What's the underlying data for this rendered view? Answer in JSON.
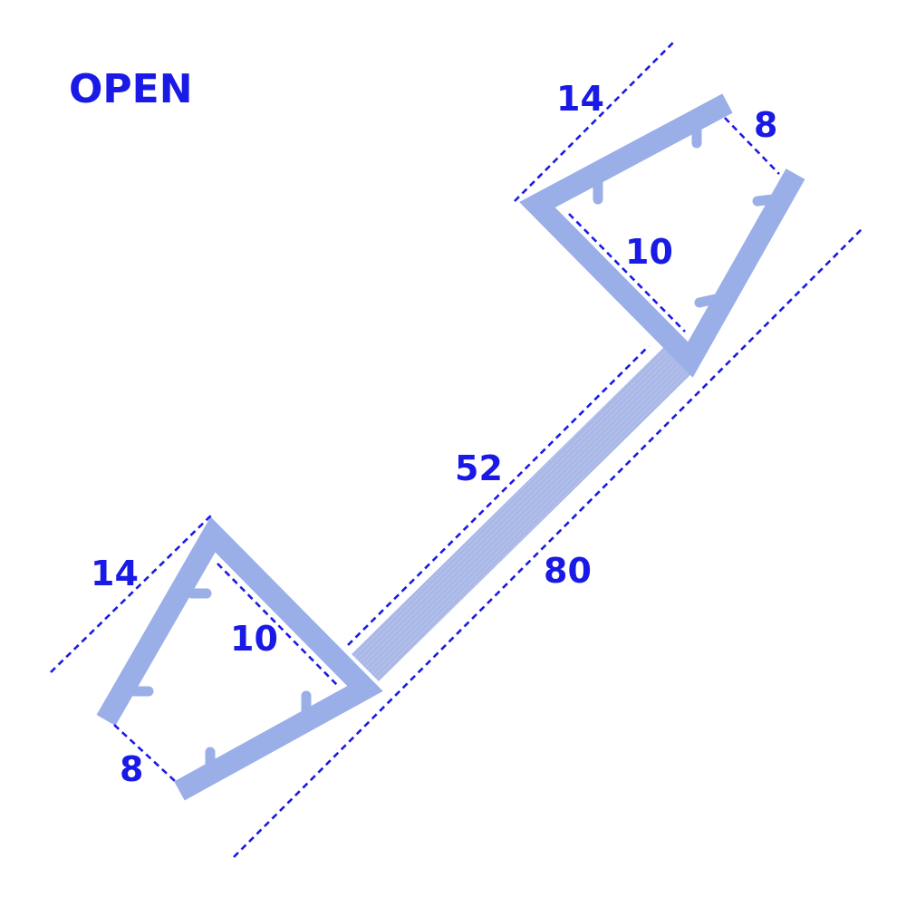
{
  "title": "OPEN",
  "colors": {
    "profile": "#9aaee8",
    "profile_strip": "#a9b8e6",
    "dimension": "#1a1ae6"
  },
  "dimensions": {
    "top_flap_length": "14",
    "top_flap_gap": "8",
    "top_inner": "10",
    "strip_length": "52",
    "overall_length": "80",
    "bottom_flap_length": "14",
    "bottom_inner": "10",
    "bottom_flap_gap": "8"
  }
}
